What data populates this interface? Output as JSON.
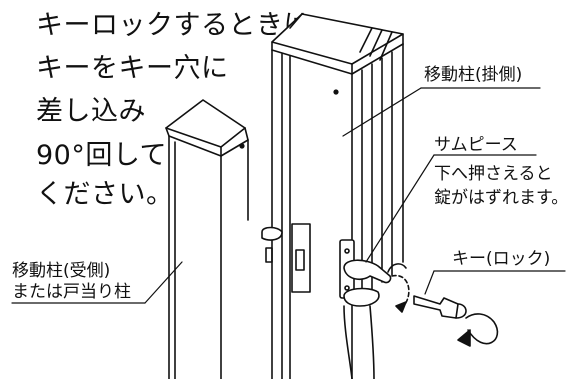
{
  "instructions": {
    "line1": "キーロックするときは",
    "line2": "キーをキー穴に",
    "line3": "差し込み",
    "line4": "90°回して",
    "line5": "ください。"
  },
  "labels": {
    "moving_post_hinge": "移動柱(掛側)",
    "thumb_piece_title": "サムピース",
    "thumb_piece_line1": "下へ押さえると",
    "thumb_piece_line2": "錠がはずれます。",
    "key_lock": "キー(ロック)",
    "moving_post_receive_line1": "移動柱(受側)",
    "moving_post_receive_line2": "または戸当り柱"
  }
}
